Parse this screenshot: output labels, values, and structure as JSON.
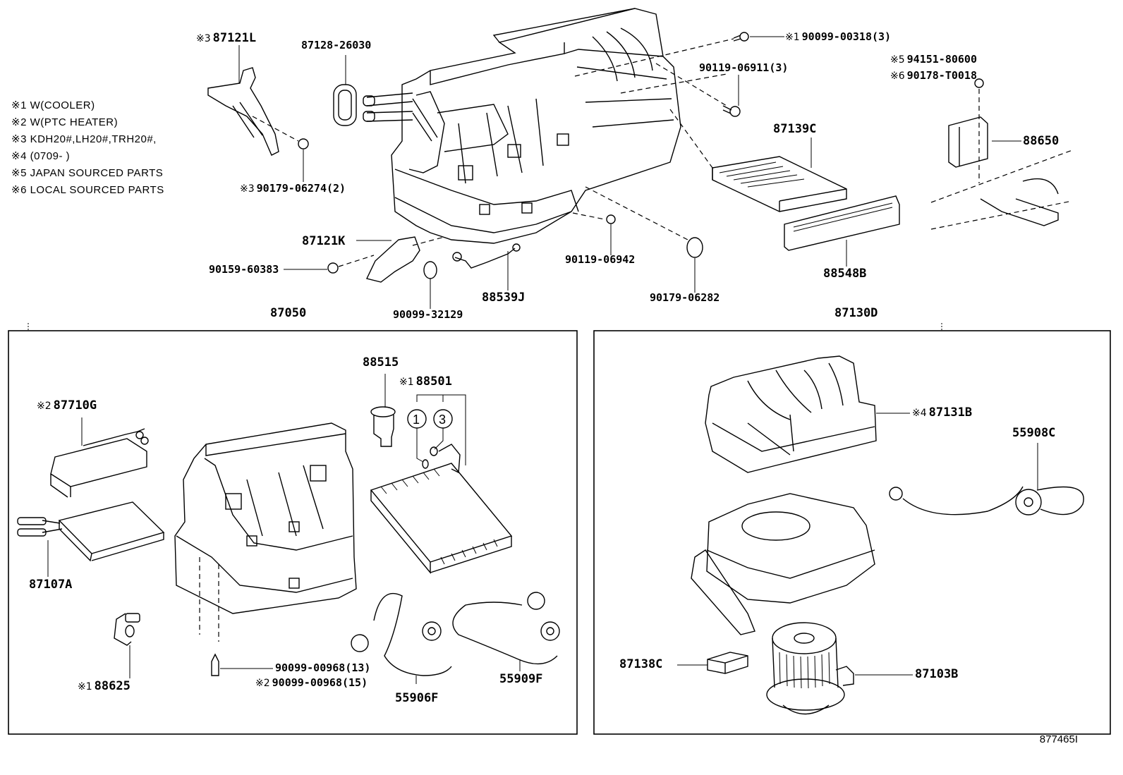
{
  "diagram": {
    "type": "exploded-parts-diagram",
    "reference_code": "877465I",
    "legend": [
      {
        "mark": "※1",
        "text": "W(COOLER)"
      },
      {
        "mark": "※2",
        "text": "W(PTC HEATER)"
      },
      {
        "mark": "※3",
        "text": "KDH20#,LH20#,TRH20#,"
      },
      {
        "mark": "※4",
        "text": "(0709-    )"
      },
      {
        "mark": "※5",
        "text": "JAPAN SOURCED PARTS"
      },
      {
        "mark": "※6",
        "text": "LOCAL SOURCED PARTS"
      }
    ],
    "top_parts": [
      {
        "id": "87121L",
        "mark": "※3",
        "label": "87121L"
      },
      {
        "id": "87128-26030",
        "mark": "",
        "label": "87128-26030"
      },
      {
        "id": "90099-00318",
        "mark": "※1",
        "label": "90099-00318(3)"
      },
      {
        "id": "90119-06911",
        "mark": "",
        "label": "90119-06911(3)"
      },
      {
        "id": "94151-80600",
        "mark": "※5",
        "label": "94151-80600"
      },
      {
        "id": "90178-T0018",
        "mark": "※6",
        "label": "90178-T0018"
      },
      {
        "id": "88650",
        "mark": "",
        "label": "88650"
      },
      {
        "id": "87139C",
        "mark": "",
        "label": "87139C"
      },
      {
        "id": "90179-06274",
        "mark": "※3",
        "label": "90179-06274(2)"
      },
      {
        "id": "87121K",
        "mark": "",
        "label": "87121K"
      },
      {
        "id": "90159-60383",
        "mark": "",
        "label": "90159-60383"
      },
      {
        "id": "90119-06942",
        "mark": "",
        "label": "90119-06942"
      },
      {
        "id": "88548B",
        "mark": "",
        "label": "88548B"
      },
      {
        "id": "88539J",
        "mark": "",
        "label": "88539J"
      },
      {
        "id": "90179-06282",
        "mark": "",
        "label": "90179-06282"
      },
      {
        "id": "90099-32129",
        "mark": "",
        "label": "90099-32129"
      }
    ],
    "left_box": {
      "title": "87050",
      "parts": [
        {
          "id": "87710G",
          "mark": "※2",
          "label": "87710G"
        },
        {
          "id": "87107A",
          "mark": "",
          "label": "87107A"
        },
        {
          "id": "88515",
          "mark": "",
          "label": "88515"
        },
        {
          "id": "88501",
          "mark": "※1",
          "label": "88501"
        },
        {
          "id": "88625",
          "mark": "※1",
          "label": "88625"
        },
        {
          "id": "90099-00968-13",
          "mark": "",
          "label": "90099-00968(13)"
        },
        {
          "id": "90099-00968-15",
          "mark": "※2",
          "label": "90099-00968(15)"
        },
        {
          "id": "55906F",
          "mark": "",
          "label": "55906F"
        },
        {
          "id": "55909F",
          "mark": "",
          "label": "55909F"
        }
      ],
      "callout_circles": [
        "1",
        "3"
      ]
    },
    "right_box": {
      "title": "87130D",
      "parts": [
        {
          "id": "87131B",
          "mark": "※4",
          "label": "87131B"
        },
        {
          "id": "55908C",
          "mark": "",
          "label": "55908C"
        },
        {
          "id": "87138C",
          "mark": "",
          "label": "87138C"
        },
        {
          "id": "87103B",
          "mark": "",
          "label": "87103B"
        }
      ]
    }
  }
}
